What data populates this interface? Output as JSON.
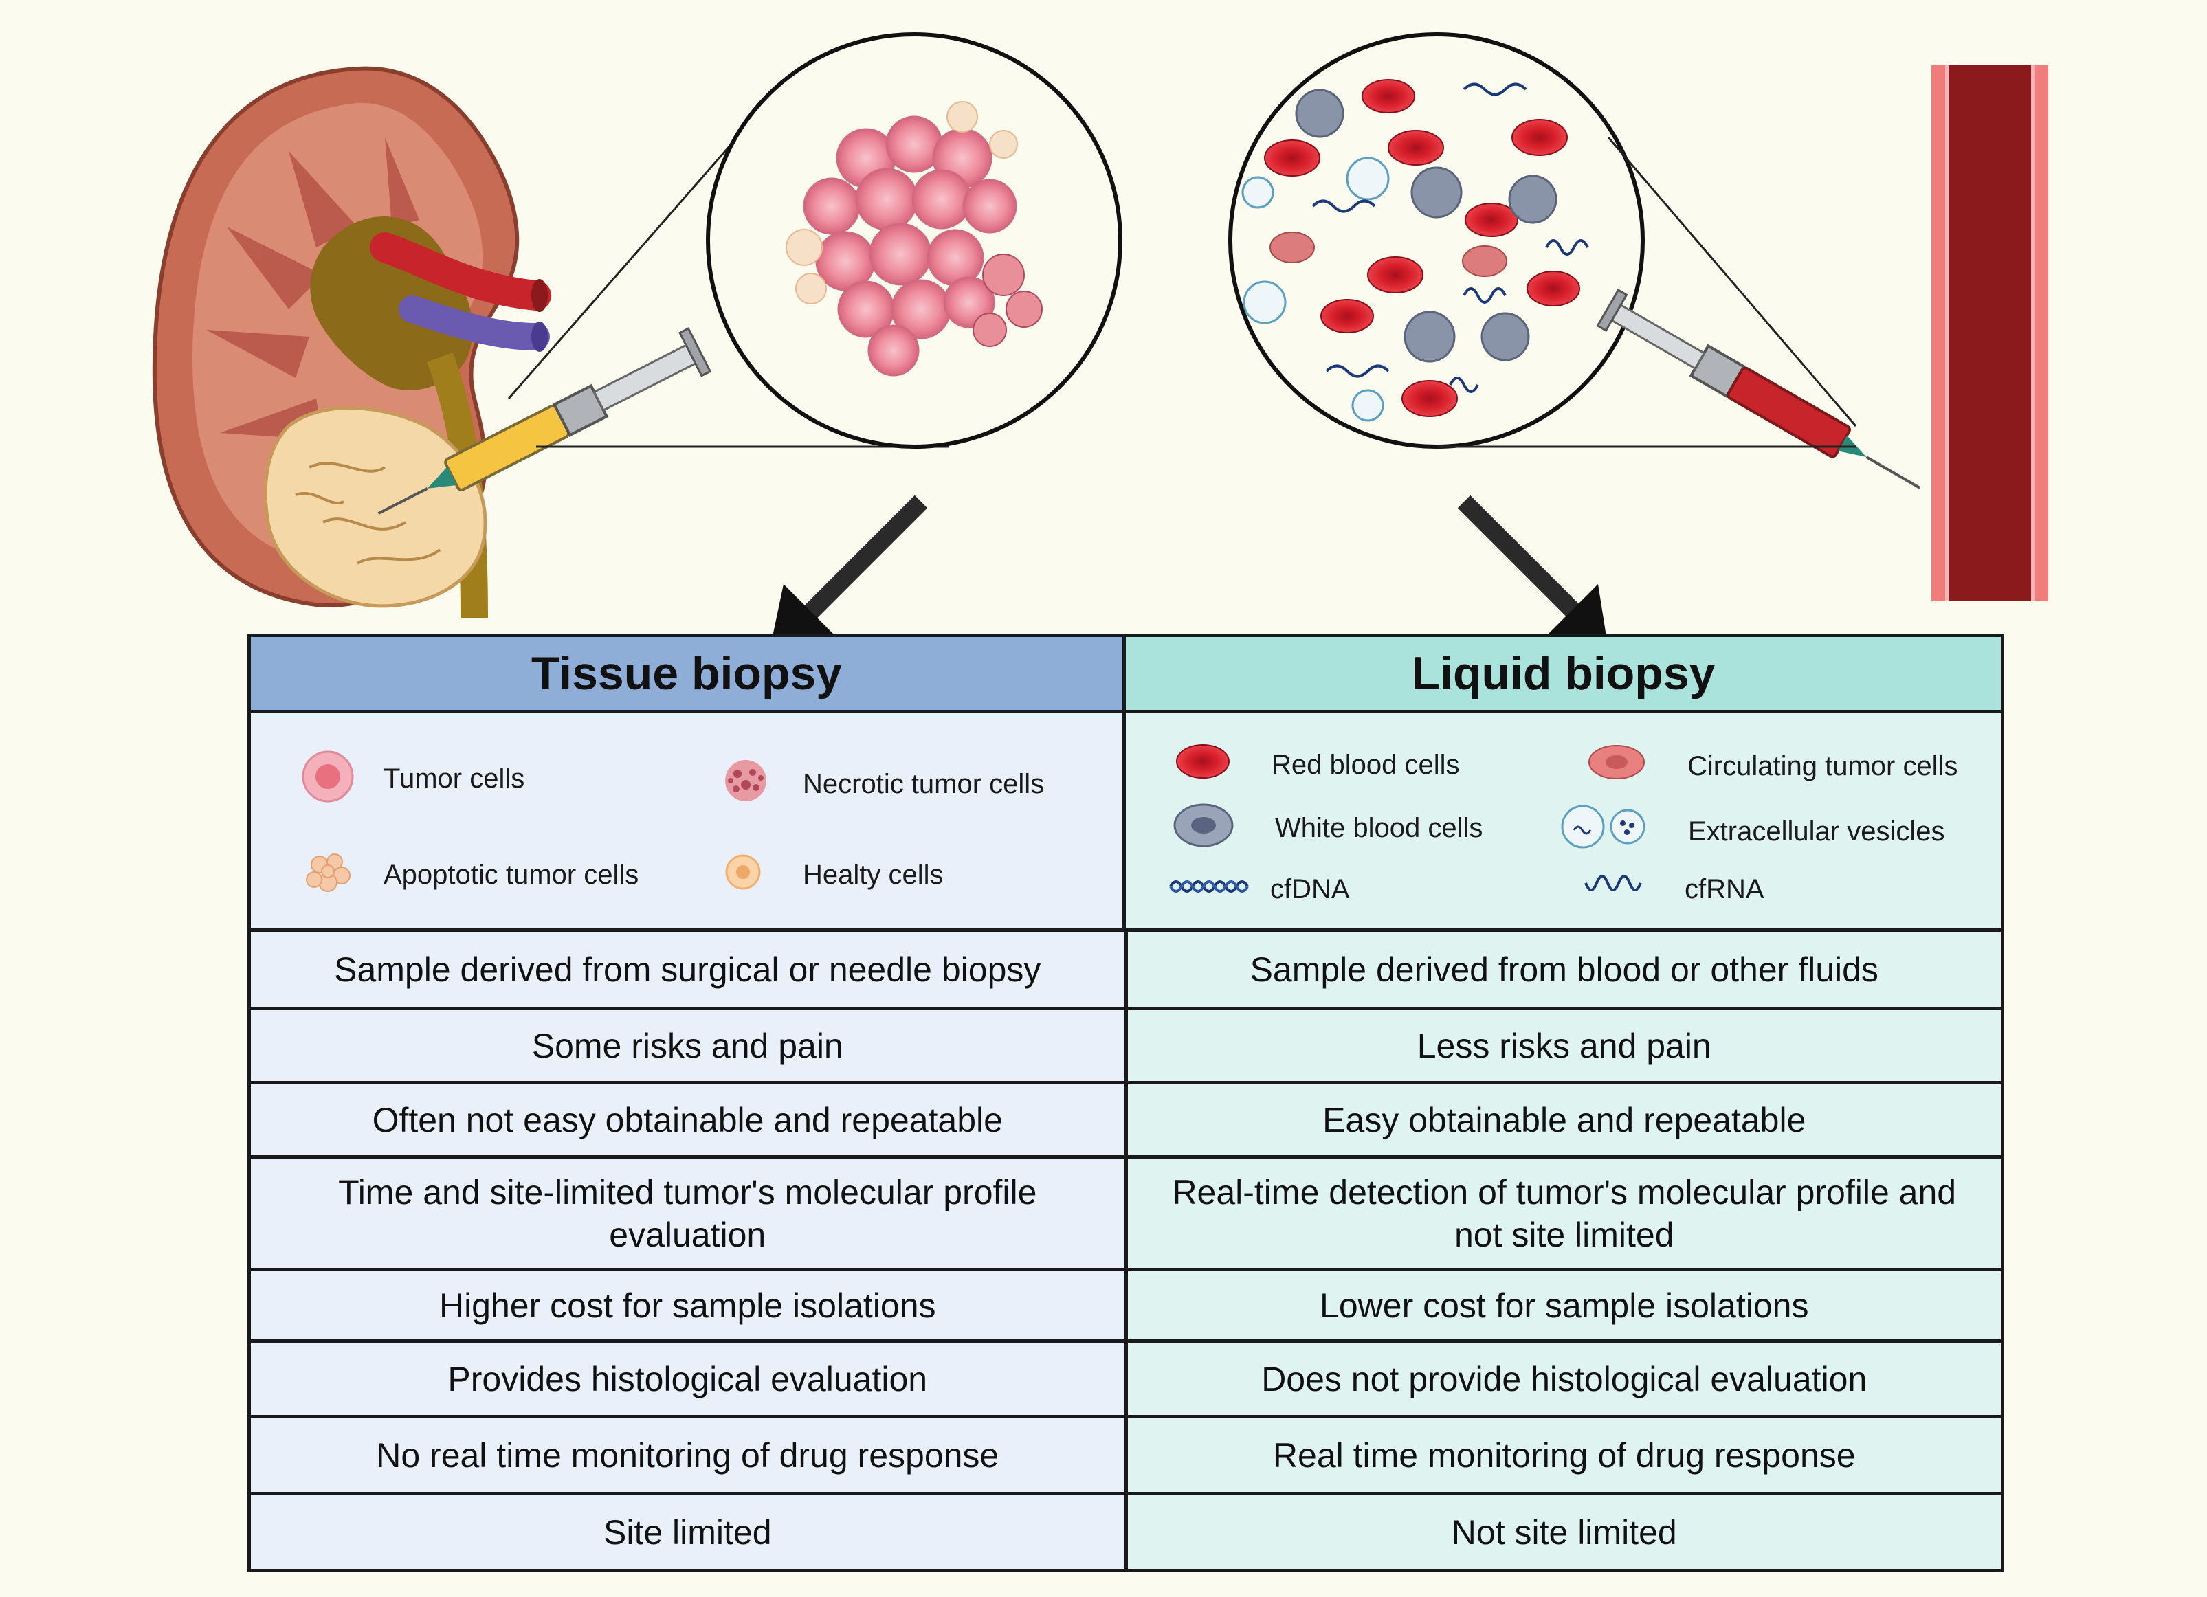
{
  "tissue": {
    "header": "Tissue biopsy",
    "legend": {
      "tumor_cells": "Tumor cells",
      "necrotic_tumor_cells": "Necrotic tumor cells",
      "apoptotic_tumor_cells": "Apoptotic tumor cells",
      "healthy_cells": "Healty cells"
    }
  },
  "liquid": {
    "header": "Liquid biopsy",
    "legend": {
      "red_blood_cells": "Red blood cells",
      "circulating_tumor_cells": "Circulating tumor cells",
      "white_blood_cells": "White blood cells",
      "extracellular_vesicles": "Extracellular vesicles",
      "cfdna": "cfDNA",
      "cfrna": "cfRNA"
    }
  },
  "rows": [
    {
      "tissue": "Sample derived from surgical or needle biopsy",
      "liquid": "Sample derived from blood or other fluids"
    },
    {
      "tissue": "Some risks and pain",
      "liquid": "Less risks and pain"
    },
    {
      "tissue": "Often not easy obtainable and repeatable",
      "liquid": "Easy obtainable and repeatable"
    },
    {
      "tissue": "Time and site-limited tumor's molecular profile evaluation",
      "liquid": "Real-time detection of tumor's molecular profile and not site limited"
    },
    {
      "tissue": "Higher cost for sample isolations",
      "liquid": "Lower cost for sample isolations"
    },
    {
      "tissue": "Provides histological evaluation",
      "liquid": "Does not provide histological evaluation"
    },
    {
      "tissue": "No real time monitoring of drug response",
      "liquid": "Real time monitoring of drug response"
    },
    {
      "tissue": "Site limited",
      "liquid": "Not site limited"
    }
  ],
  "colors": {
    "tissue_header": "#8eaed8",
    "liquid_header": "#a9e3dc",
    "tissue_body": "#e9f0fa",
    "liquid_body": "#dff3f0",
    "red_blood_cell": "#d8202c",
    "white_blood_cell": "#8a94a8",
    "tumor_cell": "#f2a0ae",
    "blood_vessel": "#8a1a1c"
  },
  "icons": [
    "kidney-illustration",
    "tumor-mass-magnified",
    "syringe-icon",
    "blood-sample-magnified",
    "blood-vessel-illustration",
    "arrow-down-left-icon",
    "arrow-down-right-icon"
  ]
}
